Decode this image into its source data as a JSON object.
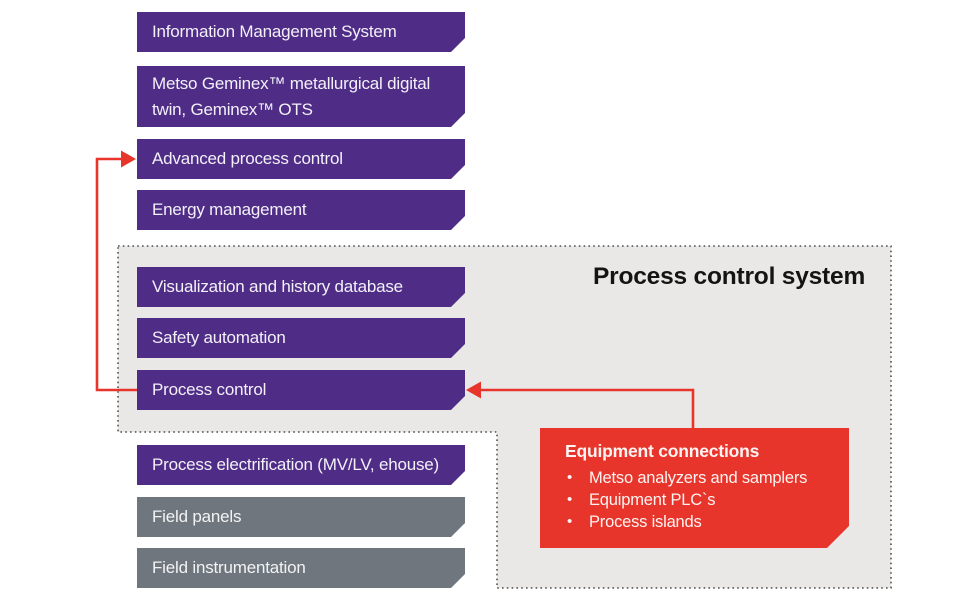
{
  "colors": {
    "purple": "#4F2D87",
    "slate_gray": "#6F767E",
    "panel_gray": "#E9E8E7",
    "red": "#E8352B",
    "title_text": "#141414",
    "bar_text": "#F3F0F8",
    "dotted_border": "#2B2B2B"
  },
  "top_stack": {
    "items": [
      "Information Management System",
      "Metso Geminex™ metallurgical digital twin, Geminex™ OTS",
      "Advanced process control",
      "Energy management"
    ]
  },
  "pcs_group": {
    "title": "Process control system",
    "items": [
      "Visualization and history database",
      "Safety automation",
      "Process control"
    ]
  },
  "bottom_stack": {
    "items": [
      "Process electrification (MV/LV, ehouse)",
      "Field panels",
      "Field instrumentation"
    ]
  },
  "equipment_box": {
    "title": "Equipment connections",
    "items": [
      "Metso analyzers and samplers",
      "Equipment PLC`s",
      "Process islands"
    ]
  }
}
